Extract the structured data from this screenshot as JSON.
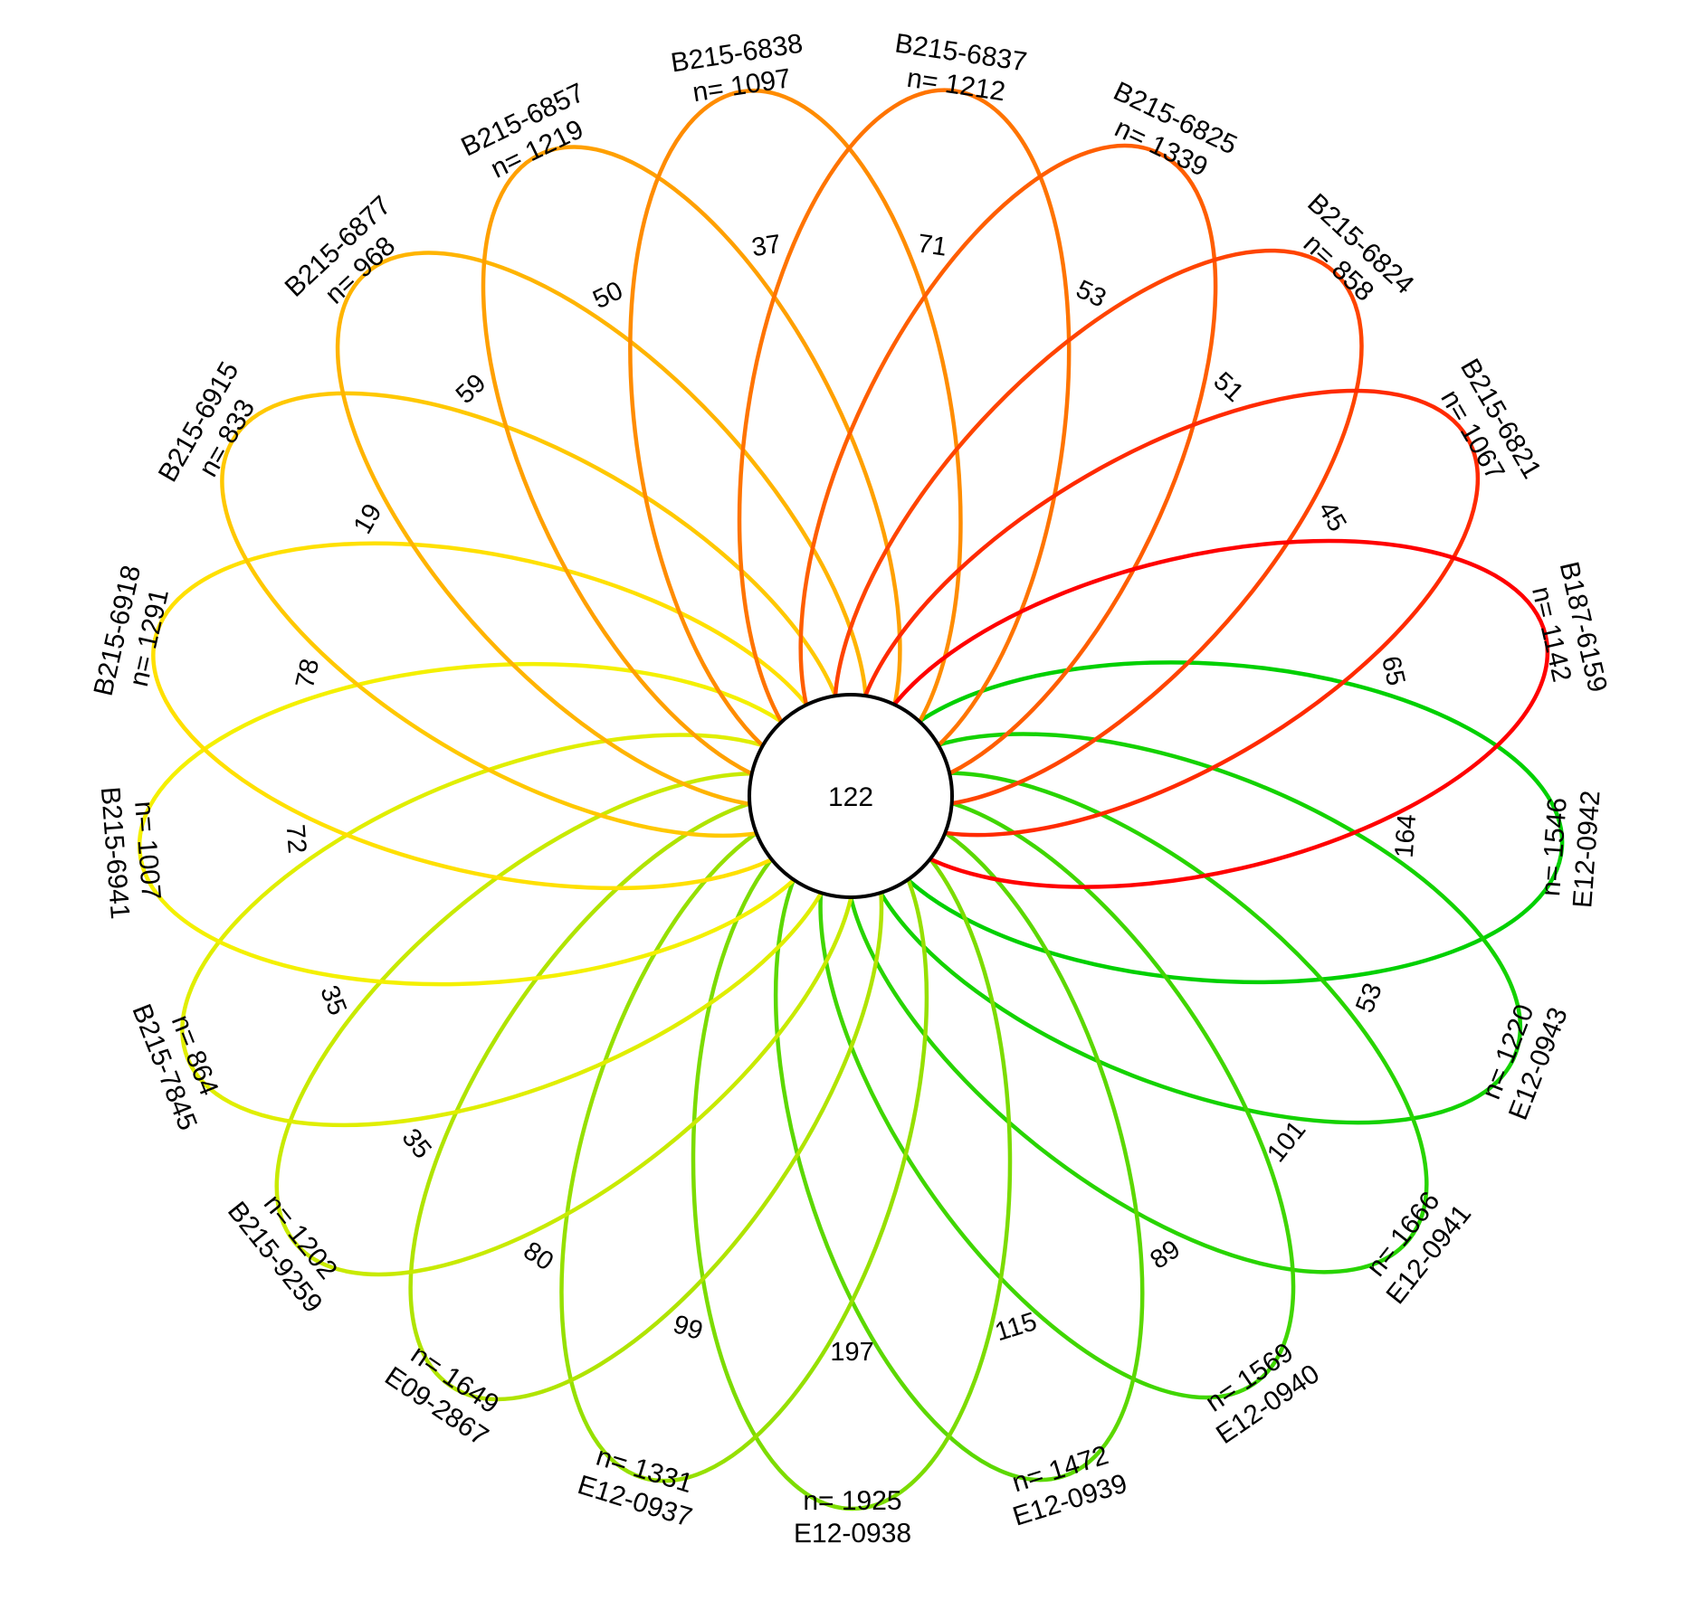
{
  "diagram": {
    "type": "flower-venn",
    "core": {
      "value": "122"
    },
    "sets": [
      {
        "id": "B187-6159",
        "n": "n= 1142",
        "unique": "65",
        "color": "#ff0000"
      },
      {
        "id": "B215-6821",
        "n": "n= 1067",
        "unique": "45",
        "color": "#ff2a00"
      },
      {
        "id": "B215-6824",
        "n": "n= 858",
        "unique": "51",
        "color": "#ff4400"
      },
      {
        "id": "B215-6825",
        "n": "n= 1339",
        "unique": "53",
        "color": "#ff5e00"
      },
      {
        "id": "B215-6837",
        "n": "n= 1212",
        "unique": "71",
        "color": "#ff7400"
      },
      {
        "id": "B215-6838",
        "n": "n= 1097",
        "unique": "37",
        "color": "#ff8c00"
      },
      {
        "id": "B215-6857",
        "n": "n= 1219",
        "unique": "50",
        "color": "#ffa000"
      },
      {
        "id": "B215-6877",
        "n": "n= 968",
        "unique": "59",
        "color": "#ffb400"
      },
      {
        "id": "B215-6915",
        "n": "n= 833",
        "unique": "19",
        "color": "#ffc800"
      },
      {
        "id": "B215-6918",
        "n": "n= 1291",
        "unique": "78",
        "color": "#ffe000"
      },
      {
        "id": "B215-6941",
        "n": "n= 1007",
        "unique": "72",
        "color": "#f4f000"
      },
      {
        "id": "B215-7845",
        "n": "n= 864",
        "unique": "35",
        "color": "#e0ee00"
      },
      {
        "id": "B215-9259",
        "n": "n= 1202",
        "unique": "35",
        "color": "#c8ea00"
      },
      {
        "id": "E09-2867",
        "n": "n= 1649",
        "unique": "80",
        "color": "#b0e400"
      },
      {
        "id": "E12-0937",
        "n": "n= 1331",
        "unique": "99",
        "color": "#96e000"
      },
      {
        "id": "E12-0938",
        "n": "n= 1925",
        "unique": "197",
        "color": "#7cdc00"
      },
      {
        "id": "E12-0939",
        "n": "n= 1472",
        "unique": "115",
        "color": "#5cd800"
      },
      {
        "id": "E12-0940",
        "n": "n= 1569",
        "unique": "89",
        "color": "#40d600"
      },
      {
        "id": "E12-0941",
        "n": "n= 1666",
        "unique": "101",
        "color": "#28d400"
      },
      {
        "id": "E12-0943",
        "n": "n= 1220",
        "unique": "53",
        "color": "#14d200"
      },
      {
        "id": "E12-0942",
        "n": "n= 1546",
        "unique": "164",
        "color": "#00d000"
      }
    ]
  }
}
